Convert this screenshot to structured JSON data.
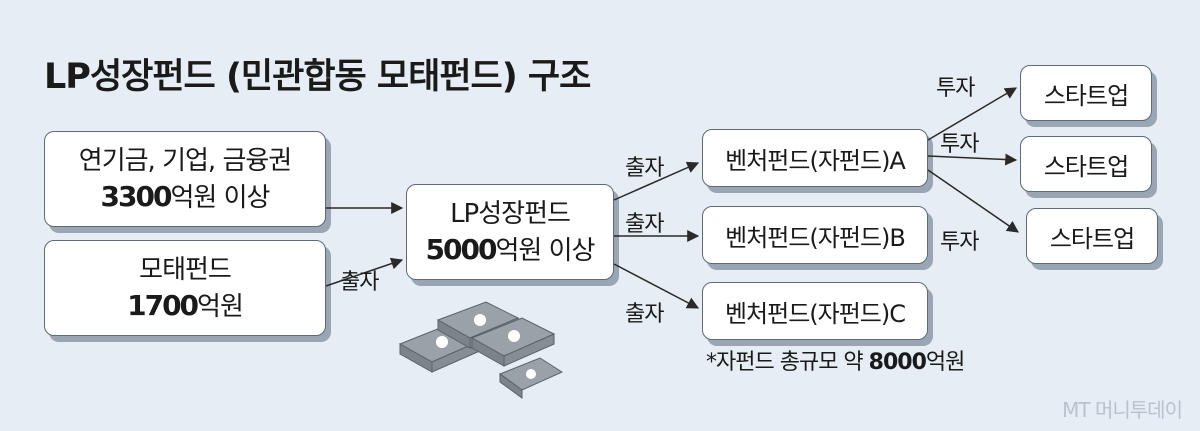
{
  "title": "LP성장펀드 (민관합동 모태펀드) 구조",
  "sources": [
    {
      "line1": "연기금, 기업, 금융권",
      "amount": "3300",
      "unit": "억원 이상"
    },
    {
      "line1": "모태펀드",
      "amount": "1700",
      "unit": "억원"
    }
  ],
  "lp_fund": {
    "name": "LP성장펀드",
    "amount": "5000",
    "unit": "억원 이상"
  },
  "sub_funds": [
    {
      "label": "벤처펀드(자펀드)A"
    },
    {
      "label": "벤처펀드(자펀드)B"
    },
    {
      "label": "벤처펀드(자펀드)C"
    }
  ],
  "startups": [
    {
      "label": "스타트업"
    },
    {
      "label": "스타트업"
    },
    {
      "label": "스타트업"
    }
  ],
  "edge_labels": {
    "contribution": "출자",
    "investment": "투자"
  },
  "note": {
    "prefix": "*자펀드 총규모 약 ",
    "amount": "8000",
    "suffix": "억원"
  },
  "credit": "MT 머니투데이",
  "colors": {
    "background": "#e6edf4",
    "box_border": "#5e6a78",
    "shadow": "#9aa6b3"
  },
  "icons": [
    "money-stack-icon"
  ]
}
